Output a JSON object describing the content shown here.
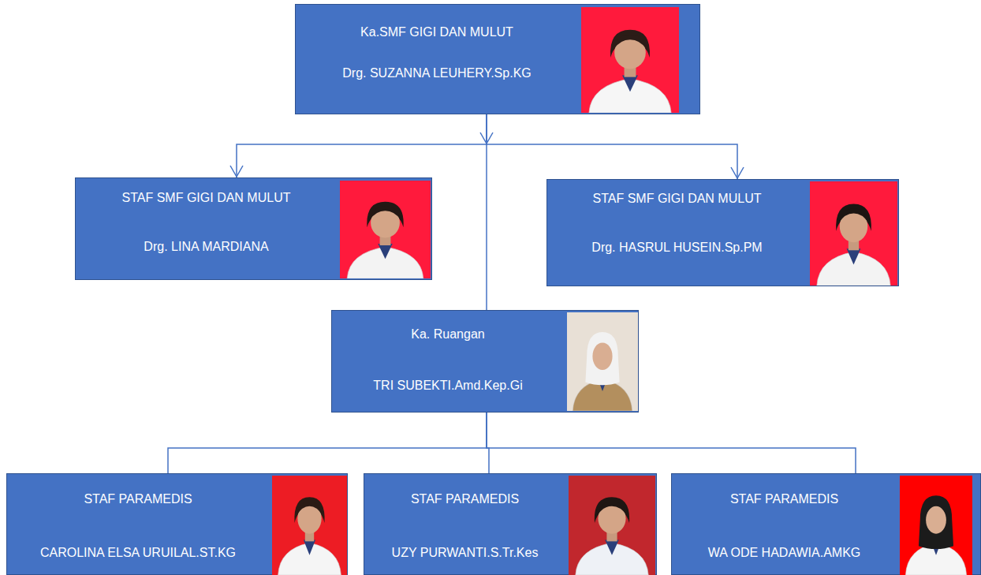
{
  "diagram": {
    "nodes": [
      {
        "text": [
          "Ka.SMF GIGI DAN MULUT",
          "Drg. SUZANNA LEUHERY.Sp.KG"
        ]
      },
      {
        "text": [
          "STAF SMF GIGI DAN MULUT",
          "Drg. LINA MARDIANA"
        ]
      },
      {
        "text": [
          "STAF SMF GIGI DAN MULUT",
          "Drg. HASRUL HUSEIN.Sp.PM"
        ]
      },
      {
        "text": [
          "Ka. Ruangan",
          "TRI SUBEKTI.Amd.Kep.Gi"
        ]
      },
      {
        "text": [
          "STAF PARAMEDIS",
          "CAROLINA ELSA URUILAL.ST.KG"
        ]
      },
      {
        "text": [
          "STAF PARAMEDIS",
          "UZY PURWANTI.S.Tr.Kes"
        ]
      },
      {
        "text": [
          "STAF PARAMEDIS",
          "WA ODE HADAWIA.AMKG"
        ]
      }
    ],
    "edges": [
      {
        "from": 0,
        "to": 1,
        "arrow": "to"
      },
      {
        "from": 0,
        "to": 2,
        "arrow": "to"
      },
      {
        "from": 0,
        "to": 3,
        "arrow": "none"
      },
      {
        "from": 3,
        "to": 4,
        "arrow": "none"
      },
      {
        "from": 3,
        "to": 5,
        "arrow": "none"
      },
      {
        "from": 3,
        "to": 6,
        "arrow": "none"
      }
    ]
  }
}
